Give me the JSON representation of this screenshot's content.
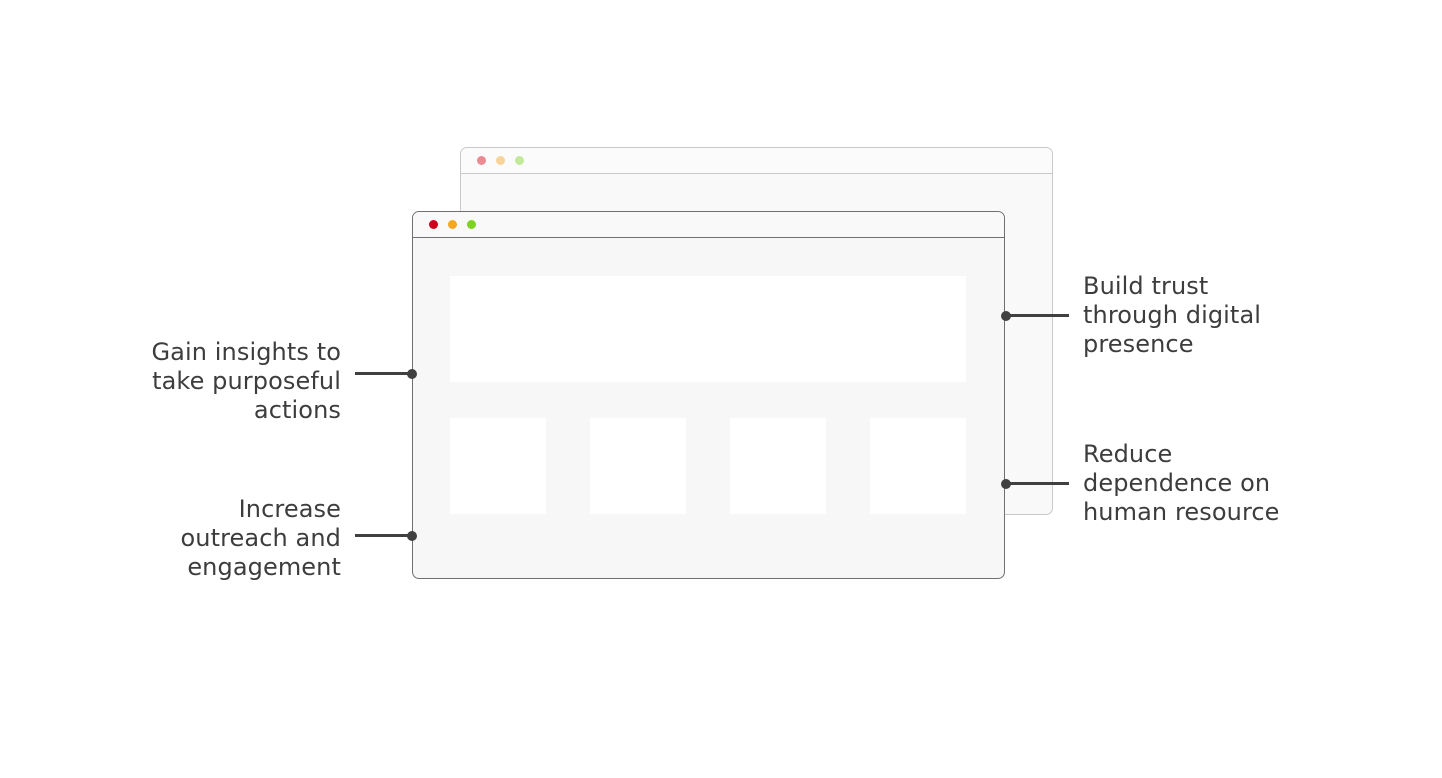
{
  "colors": {
    "close": "#d0021b",
    "minimize": "#f5a623",
    "maximize": "#7ed321",
    "close_faded": "#ec8a94",
    "minimize_faded": "#f8d39a",
    "maximize_faded": "#c2ea9a",
    "text": "#3d3d3d",
    "leader": "#404040"
  },
  "windows": {
    "back": {
      "controls": [
        "close-icon",
        "minimize-icon",
        "maximize-icon"
      ]
    },
    "front": {
      "controls": [
        "close-icon",
        "minimize-icon",
        "maximize-icon"
      ],
      "placeholder_cards": 4
    }
  },
  "callouts": {
    "gain_insights": {
      "lines": [
        "Gain insights to",
        "take purposeful",
        "actions"
      ]
    },
    "increase_outreach": {
      "lines": [
        "Increase",
        "outreach and",
        "engagement"
      ]
    },
    "build_trust": {
      "lines": [
        "Build trust",
        "through digital",
        "presence"
      ]
    },
    "reduce_dependence": {
      "lines": [
        "Reduce",
        "dependence on",
        "human resource"
      ]
    }
  }
}
